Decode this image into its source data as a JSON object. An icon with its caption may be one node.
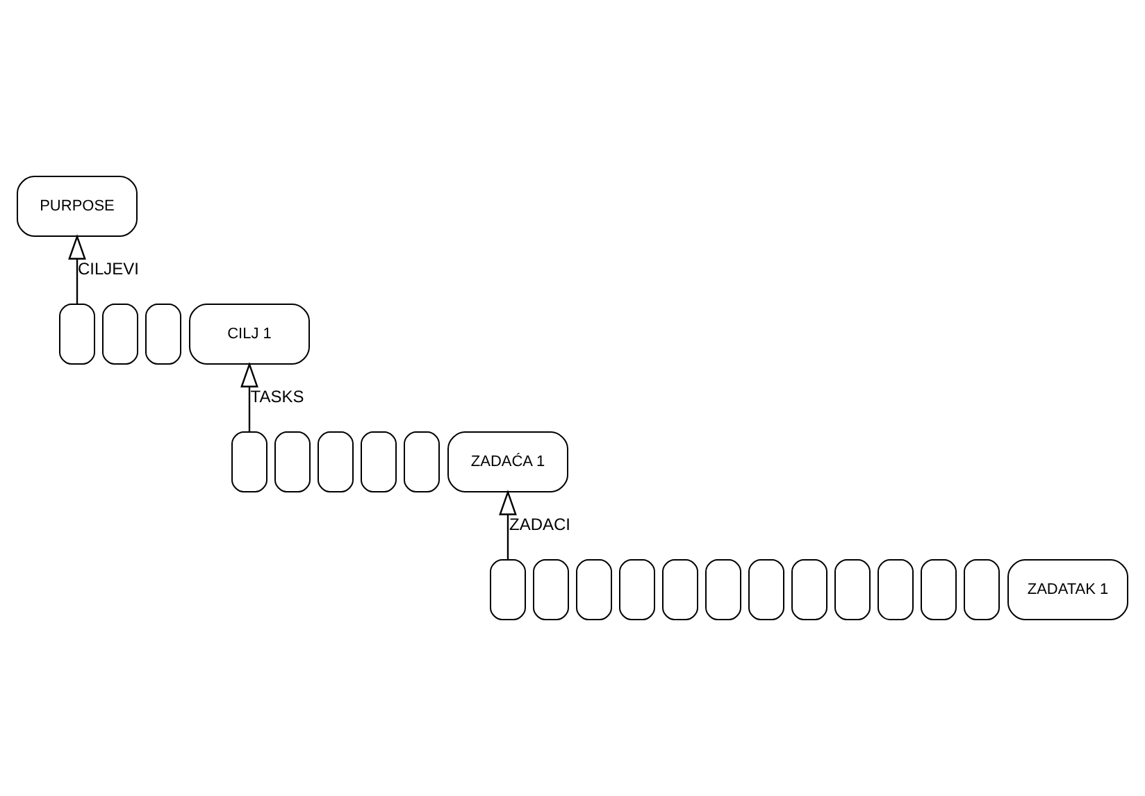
{
  "diagram": {
    "nodes": [
      {
        "text": [
          "PURPOSE"
        ]
      },
      {
        "text": [],
        "shape": "box"
      },
      {
        "text": [],
        "shape": "box"
      },
      {
        "text": [],
        "shape": "box"
      },
      {
        "text": [
          "CILJ 1"
        ]
      },
      {
        "text": [],
        "shape": "box"
      },
      {
        "text": [],
        "shape": "box"
      },
      {
        "text": [],
        "shape": "box"
      },
      {
        "text": [],
        "shape": "box"
      },
      {
        "text": [],
        "shape": "box"
      },
      {
        "text": [
          "ZADAĆA 1"
        ]
      },
      {
        "text": [],
        "shape": "box"
      },
      {
        "text": [],
        "shape": "box"
      },
      {
        "text": [],
        "shape": "box"
      },
      {
        "text": [],
        "shape": "box"
      },
      {
        "text": [],
        "shape": "box"
      },
      {
        "text": [],
        "shape": "box"
      },
      {
        "text": [],
        "shape": "box"
      },
      {
        "text": [],
        "shape": "box"
      },
      {
        "text": [],
        "shape": "box"
      },
      {
        "text": [],
        "shape": "box"
      },
      {
        "text": [],
        "shape": "box"
      },
      {
        "text": [],
        "shape": "box"
      },
      {
        "text": [
          "ZADATAK 1"
        ]
      }
    ],
    "edges": [
      {
        "from": 1,
        "to": 0,
        "arrow": "to",
        "label": "CILJEVI"
      },
      {
        "from": 5,
        "to": 4,
        "arrow": "to",
        "label": "TASKS"
      },
      {
        "from": 11,
        "to": 10,
        "arrow": "to",
        "label": "ZADACI"
      }
    ]
  }
}
